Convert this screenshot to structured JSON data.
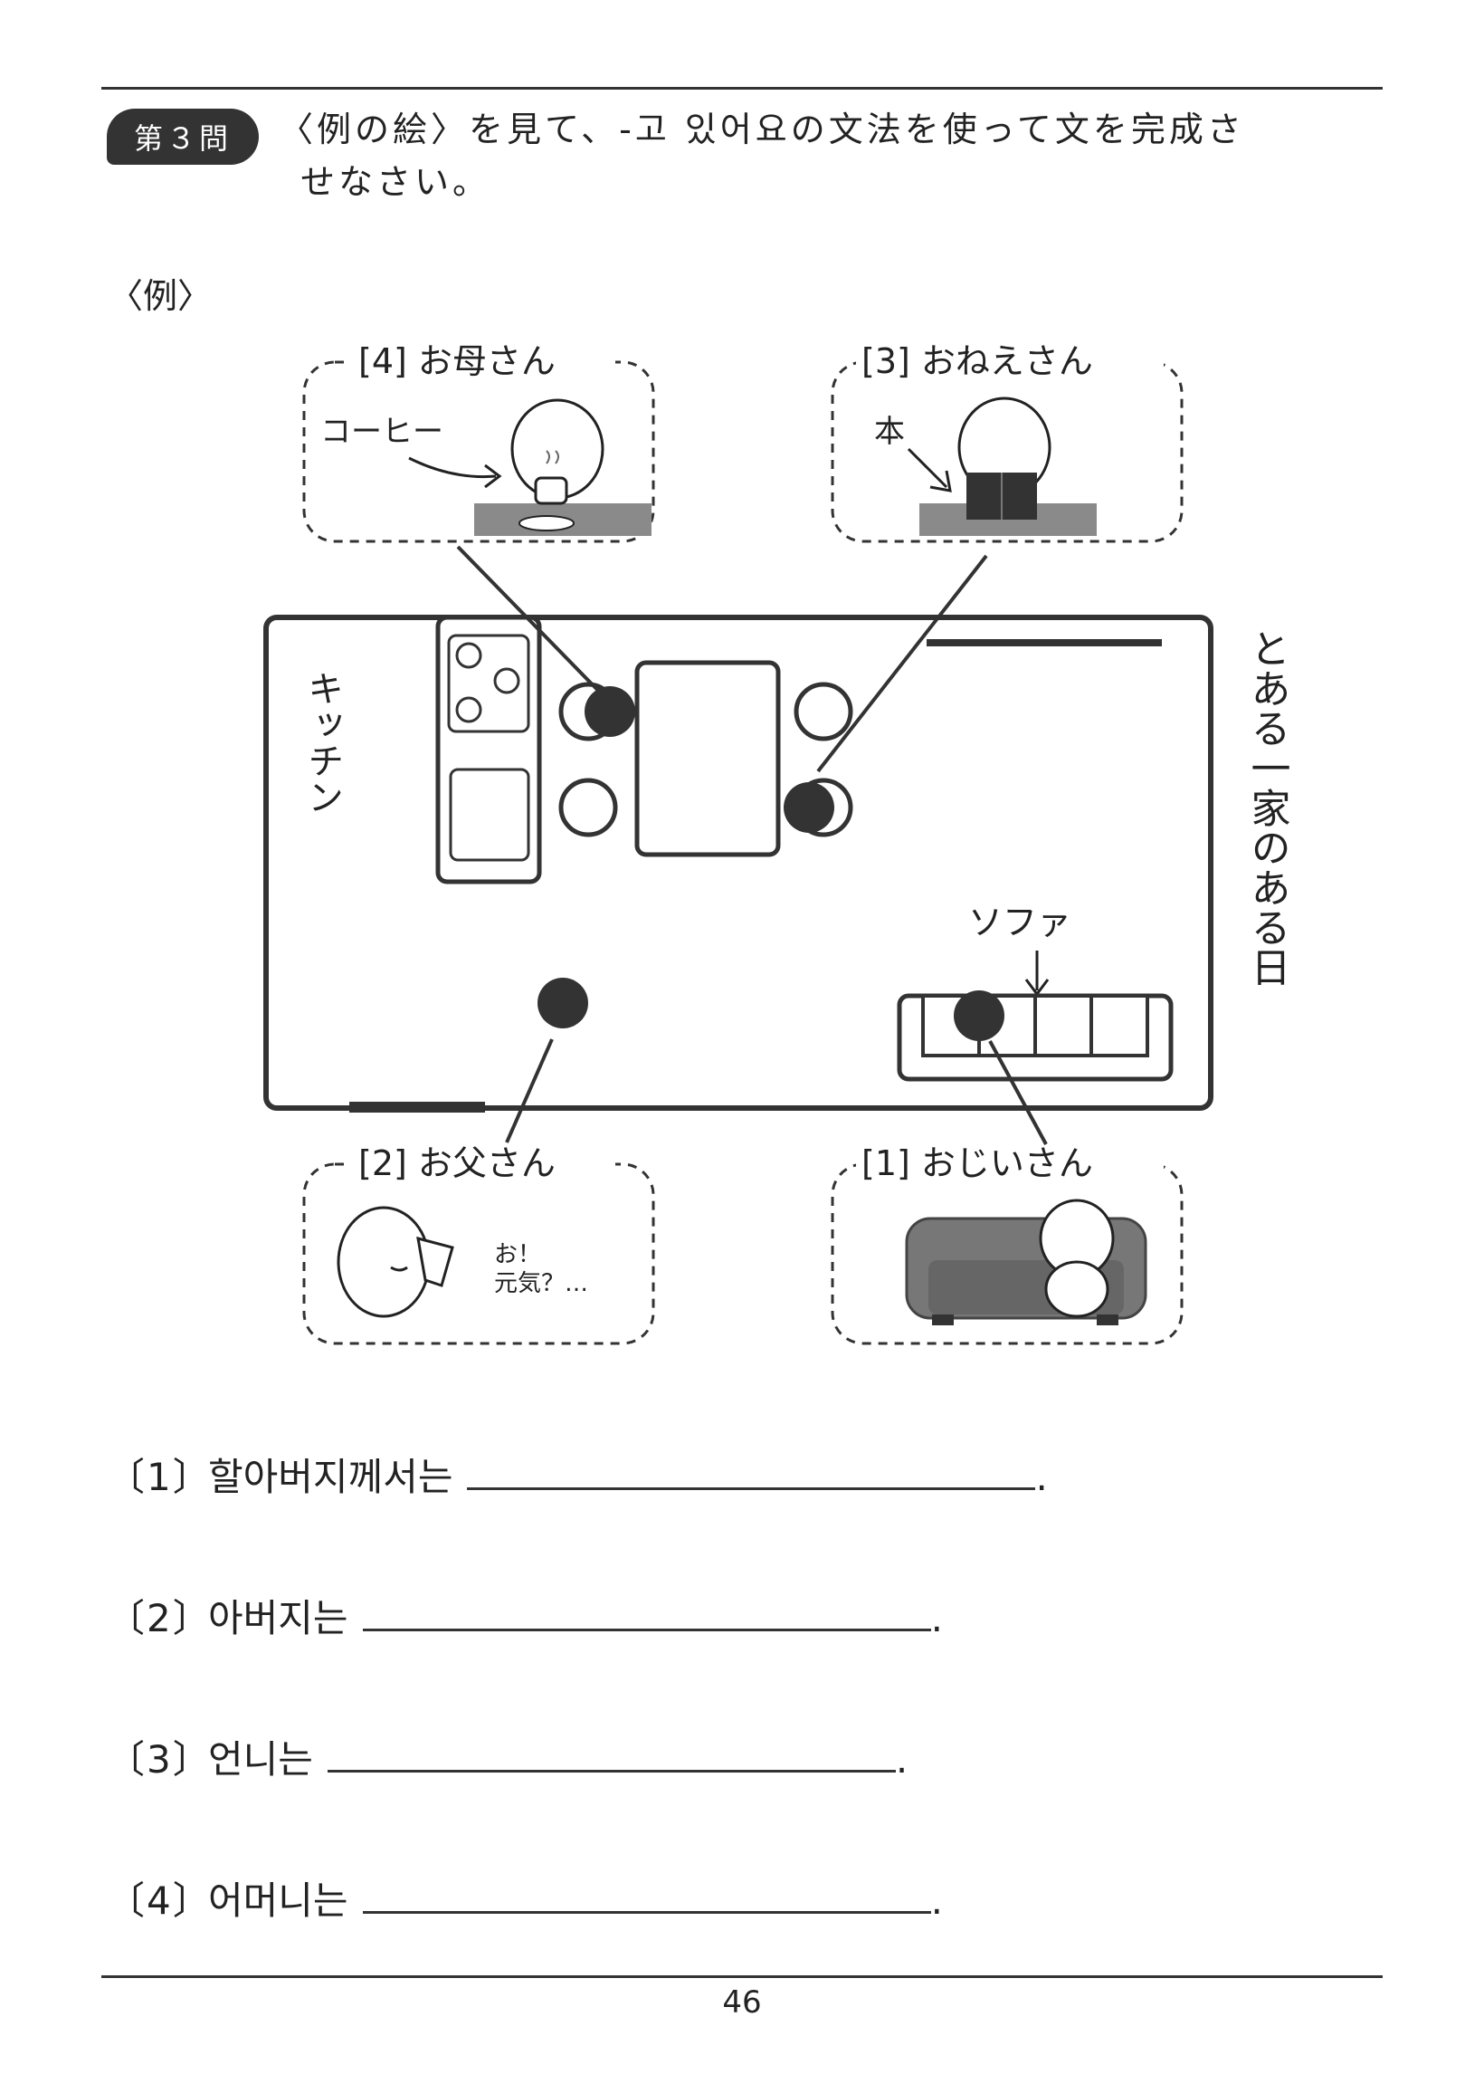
{
  "header": {
    "badge": "第３問",
    "instruction_line1": "〈例の絵〉を見て、-고 있어요の文法を使って文を完成さ",
    "instruction_line2": "せなさい。"
  },
  "example_label": "〈例〉",
  "figure": {
    "labels": {
      "mother": "[4] お母さん",
      "sister": "[3] おねえさん",
      "father": "[2] お父さん",
      "grandfather": "[1] おじいさん"
    },
    "annotations": {
      "coffee": "コーヒー",
      "book": "本",
      "sofa": "ソファ",
      "kitchen": "キッチン",
      "speech_line1": "お！",
      "speech_line2": "元気？…"
    },
    "side_title": "とある一家のある日"
  },
  "questions": [
    {
      "num": "〔1〕",
      "prompt": "할아버지께서는",
      "end": "."
    },
    {
      "num": "〔2〕",
      "prompt": "아버지는",
      "end": "."
    },
    {
      "num": "〔3〕",
      "prompt": "언니는",
      "end": "."
    },
    {
      "num": "〔4〕",
      "prompt": "어머니는",
      "end": "."
    }
  ],
  "page_number": "46"
}
